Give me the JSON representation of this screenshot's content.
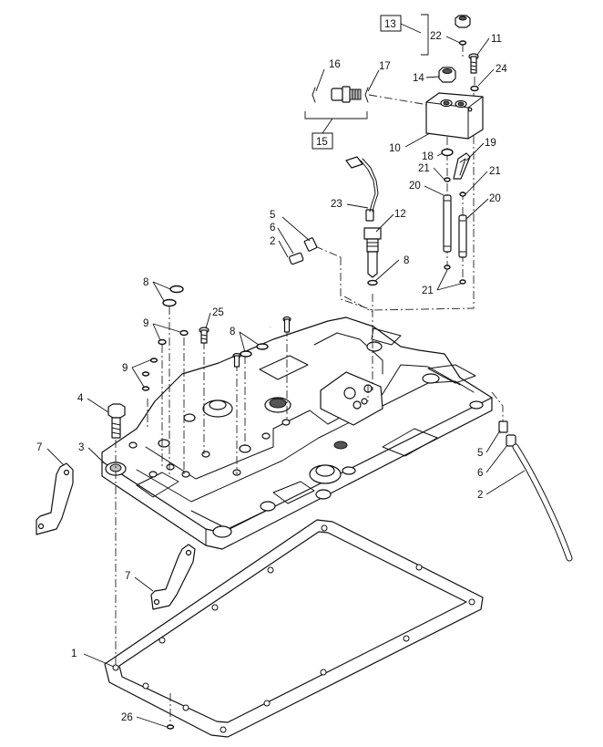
{
  "labels": [
    {
      "id": "l1",
      "text": "1"
    },
    {
      "id": "l2a",
      "text": "2"
    },
    {
      "id": "l2b",
      "text": "2"
    },
    {
      "id": "l3",
      "text": "3"
    },
    {
      "id": "l4",
      "text": "4"
    },
    {
      "id": "l5a",
      "text": "5"
    },
    {
      "id": "l5b",
      "text": "5"
    },
    {
      "id": "l6a",
      "text": "6"
    },
    {
      "id": "l6b",
      "text": "6"
    },
    {
      "id": "l7a",
      "text": "7"
    },
    {
      "id": "l7b",
      "text": "7"
    },
    {
      "id": "l8a",
      "text": "8"
    },
    {
      "id": "l8b",
      "text": "8"
    },
    {
      "id": "l8c",
      "text": "8"
    },
    {
      "id": "l9a",
      "text": "9"
    },
    {
      "id": "l9b",
      "text": "9"
    },
    {
      "id": "l10",
      "text": "10"
    },
    {
      "id": "l11",
      "text": "11"
    },
    {
      "id": "l12",
      "text": "12"
    },
    {
      "id": "l13",
      "text": "13"
    },
    {
      "id": "l14",
      "text": "14"
    },
    {
      "id": "l15",
      "text": "15"
    },
    {
      "id": "l16",
      "text": "16"
    },
    {
      "id": "l17",
      "text": "17"
    },
    {
      "id": "l18",
      "text": "18"
    },
    {
      "id": "l19",
      "text": "19"
    },
    {
      "id": "l20a",
      "text": "20"
    },
    {
      "id": "l20b",
      "text": "20"
    },
    {
      "id": "l21a",
      "text": "21"
    },
    {
      "id": "l21b",
      "text": "21"
    },
    {
      "id": "l21c",
      "text": "21"
    },
    {
      "id": "l22",
      "text": "22"
    },
    {
      "id": "l23",
      "text": "23"
    },
    {
      "id": "l24",
      "text": "24"
    },
    {
      "id": "l25",
      "text": "25"
    },
    {
      "id": "l26",
      "text": "26"
    }
  ]
}
